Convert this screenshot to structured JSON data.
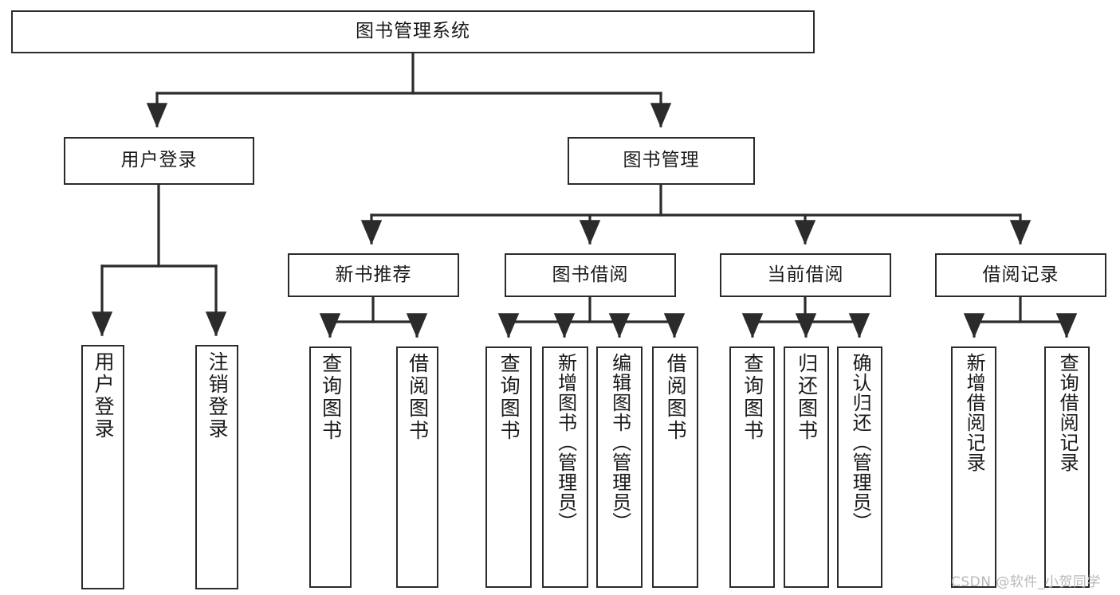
{
  "diagram": {
    "title": "图书管理系统",
    "type": "tree",
    "stroke_color": "#2b2b2b",
    "fill_color": "#ffffff",
    "text_color": "#1a1a1a",
    "nodes": {
      "root": {
        "label": "图书管理系统"
      },
      "level2": [
        {
          "label": "用户登录"
        },
        {
          "label": "图书管理"
        }
      ],
      "level3": [
        {
          "label": "新书推荐"
        },
        {
          "label": "图书借阅"
        },
        {
          "label": "当前借阅"
        },
        {
          "label": "借阅记录"
        }
      ],
      "leaves": {
        "user_login": [
          {
            "label": "用户登录"
          },
          {
            "label": "注销登录"
          }
        ],
        "new_book": [
          {
            "label": "查询图书"
          },
          {
            "label": "借阅图书"
          }
        ],
        "borrow": [
          {
            "label": "查询图书"
          },
          {
            "label": "新增图书（管理员）"
          },
          {
            "label": "编辑图书（管理员）"
          },
          {
            "label": "借阅图书"
          }
        ],
        "current": [
          {
            "label": "查询图书"
          },
          {
            "label": "归还图书"
          },
          {
            "label": "确认归还（管理员）"
          }
        ],
        "records": [
          {
            "label": "新增借阅记录"
          },
          {
            "label": "查询借阅记录"
          }
        ]
      }
    },
    "watermark": "CSDN @软件_小贺同学"
  }
}
